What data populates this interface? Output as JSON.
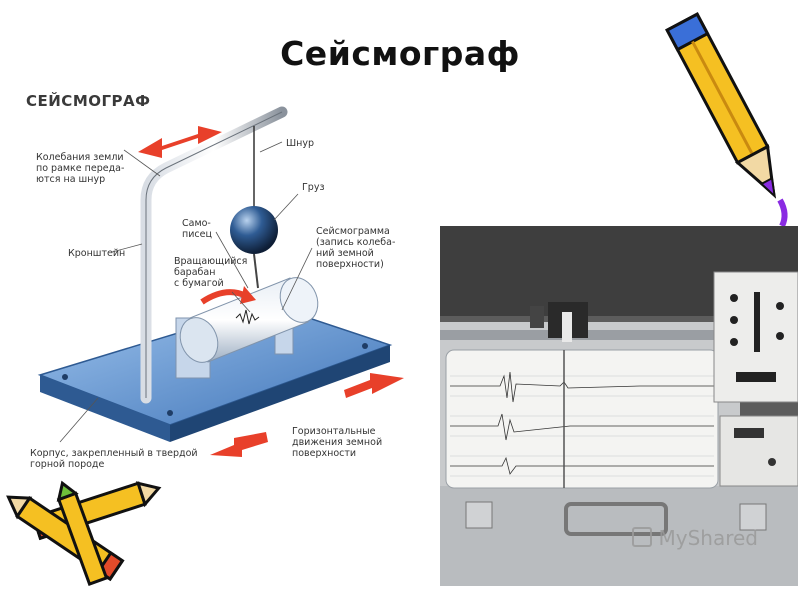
{
  "slide": {
    "title": "Сейсмограф"
  },
  "diagram": {
    "heading": "СЕЙСМОГРАФ",
    "labels": {
      "vibrations": "Колебания земли\nпо рамке переда-\nются на шнур",
      "cord": "Шнур",
      "weight": "Груз",
      "bracket": "Кронштейн",
      "recorder": "Само-\nписец",
      "drum": "Вращающийся\nбарабан\nс бумагой",
      "seismogram": "Сейсмограмма\n(запись колеба-\nний земной\nповерхности)",
      "body": "Корпус, закрепленный в твердой\nгорной породе",
      "horizontal": "Горизонтальные\nдвижения земной\nповерхности"
    }
  },
  "watermark": {
    "text": "MyShared"
  },
  "icons": [
    "pencil-icon",
    "crossed-pencils-icon",
    "arrow-icon"
  ],
  "colors": {
    "title": "#111111",
    "arrow": "#e8402a",
    "plate": "#5a8fc8",
    "pencil_body": "#f5c022",
    "pencil_tip": "#8a2be2"
  }
}
